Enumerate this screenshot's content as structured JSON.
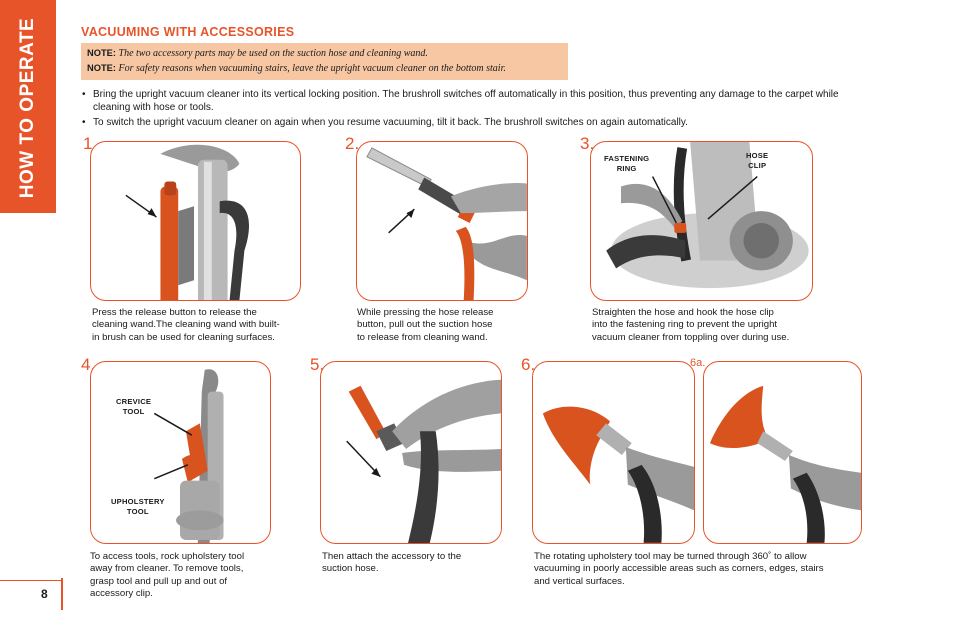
{
  "side_tab": {
    "label": "HOW TO OPERATE"
  },
  "page_number": "8",
  "section": {
    "title": "VACUUMING WITH ACCESSORIES",
    "notes": [
      {
        "label": "NOTE:",
        "text": "The two accessory parts may be used on the suction hose and cleaning wand."
      },
      {
        "label": "NOTE:",
        "text": "For safety reasons when vacuuming stairs, leave the upright vacuum cleaner on the bottom stair."
      }
    ],
    "bullets": [
      "Bring the upright vacuum cleaner into its vertical locking position. The brushroll switches off automatically in this position, thus preventing any damage to the carpet while cleaning with hose or tools.",
      "To switch the upright vacuum cleaner on again when you resume vacuuming, tilt it back. The brushroll switches on again automatically."
    ]
  },
  "steps": [
    {
      "number": "1.",
      "caption": [
        "Press the release button to release the",
        "cleaning wand.The cleaning wand with built-",
        "in brush can be used for cleaning surfaces."
      ]
    },
    {
      "number": "2.",
      "caption": [
        "While pressing the hose release",
        "button, pull out the suction hose",
        "to release from cleaning wand."
      ]
    },
    {
      "number": "3.",
      "caption": [
        "Straighten the hose and hook the hose clip",
        "into the fastening ring to prevent the upright",
        "vacuum cleaner from toppling over during use."
      ],
      "callouts": {
        "fastening": [
          "FASTENING",
          "RING"
        ],
        "hose_clip": [
          "HOSE",
          "CLIP"
        ]
      }
    },
    {
      "number": "4.",
      "caption": [
        "To access tools, rock upholstery tool",
        "away from cleaner.  To remove tools,",
        "grasp tool and pull up and out of",
        "accessory clip."
      ],
      "callouts": {
        "crevice": [
          "CREVICE",
          "TOOL"
        ],
        "upholstery": [
          "UPHOLSTERY",
          "TOOL"
        ]
      }
    },
    {
      "number": "5.",
      "caption": [
        "Then attach the accessory to the",
        "suction hose."
      ]
    },
    {
      "number": "6.",
      "sub_label": "6a.",
      "caption": [
        "The rotating upholstery tool may be turned through 360˚ to allow",
        "vacuuming in poorly accessible areas such as corners, edges, stairs",
        "and vertical surfaces."
      ]
    }
  ],
  "colors": {
    "accent": "#e8542a",
    "note_bg": "#f7c7a4",
    "illustration_orange": "#d9531e",
    "illustration_gray": "#9a9a9a"
  }
}
